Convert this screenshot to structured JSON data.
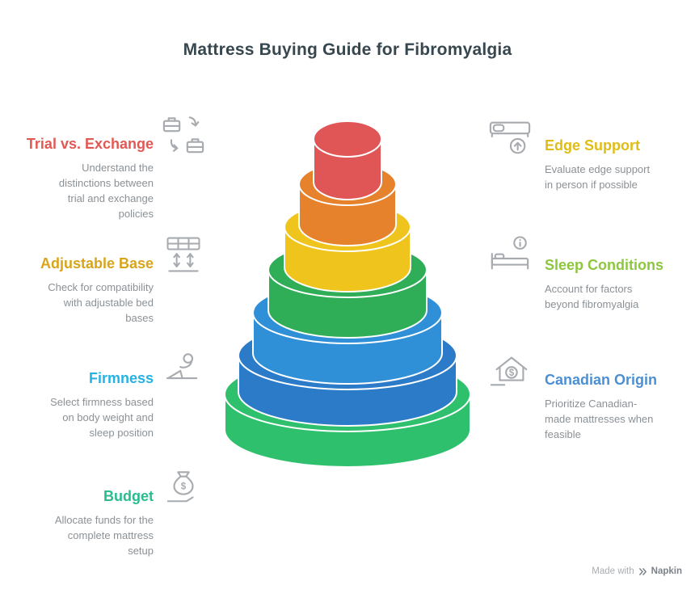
{
  "title": "Mattress Buying Guide for Fibromyalgia",
  "colors": {
    "title": "#37474f",
    "description": "#8b9196",
    "icon": "#a7abaf"
  },
  "left_items": [
    {
      "heading": "Trial vs. Exchange",
      "color": "#e25853",
      "description": "Understand the\ndistinctions between\ntrial and exchange\npolicies",
      "icon": "briefcase-exchange-icon"
    },
    {
      "heading": "Adjustable Base",
      "color": "#d9a419",
      "description": "Check for compatibility\nwith adjustable bed\nbases",
      "icon": "adjustable-base-icon"
    },
    {
      "heading": "Firmness",
      "color": "#25b2e5",
      "description": "Select firmness based\non body weight and\nsleep position",
      "icon": "person-reclining-icon"
    },
    {
      "heading": "Budget",
      "color": "#27bd8e",
      "description": "Allocate funds for the\ncomplete mattress\nsetup",
      "icon": "money-bag-icon"
    }
  ],
  "right_items": [
    {
      "heading": "Edge Support",
      "color": "#e0bd15",
      "description": "Evaluate edge support\nin person if possible",
      "icon": "bed-up-arrow-icon"
    },
    {
      "heading": "Sleep Conditions",
      "color": "#8dc63f",
      "description": "Account for factors\nbeyond fibromyalgia",
      "icon": "bed-info-icon"
    },
    {
      "heading": "Canadian Origin",
      "color": "#4b8fd5",
      "description": "Prioritize Canadian-\nmade mattresses when\nfeasible",
      "icon": "house-dollar-icon"
    }
  ],
  "pyramid": {
    "tiers": [
      {
        "position": "tier-1-top",
        "color": "#e05555"
      },
      {
        "position": "tier-2",
        "color": "#e5822b"
      },
      {
        "position": "tier-3",
        "color": "#efc51d"
      },
      {
        "position": "tier-4",
        "color": "#2fae57"
      },
      {
        "position": "tier-5",
        "color": "#2f8fd7"
      },
      {
        "position": "tier-6",
        "color": "#2b7bc9"
      },
      {
        "position": "tier-7-bottom",
        "color": "#2fc06e"
      }
    ]
  },
  "footer": {
    "made_with": "Made with",
    "brand": "Napkin"
  }
}
